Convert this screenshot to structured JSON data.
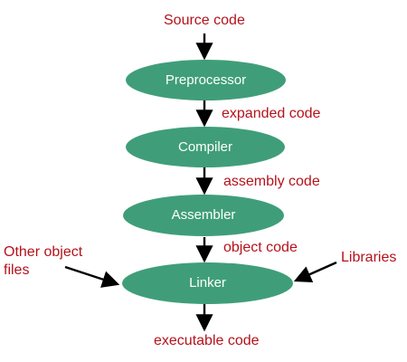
{
  "colors": {
    "node_fill": "#3f9e79",
    "node_text": "#ffffff",
    "label_text": "#b5121b",
    "arrow": "#000000"
  },
  "diagram": {
    "input_label": "Source code",
    "nodes": [
      {
        "id": "preprocessor",
        "label": "Preprocessor"
      },
      {
        "id": "compiler",
        "label": "Compiler"
      },
      {
        "id": "assembler",
        "label": "Assembler"
      },
      {
        "id": "linker",
        "label": "Linker"
      }
    ],
    "edge_labels": {
      "preprocessor_to_compiler": "expanded code",
      "compiler_to_assembler": "assembly code",
      "assembler_to_linker": "object code"
    },
    "side_inputs": {
      "left_line1": "Other object",
      "left_line2": "files",
      "right": "Libraries"
    },
    "output_label": "executable code"
  }
}
